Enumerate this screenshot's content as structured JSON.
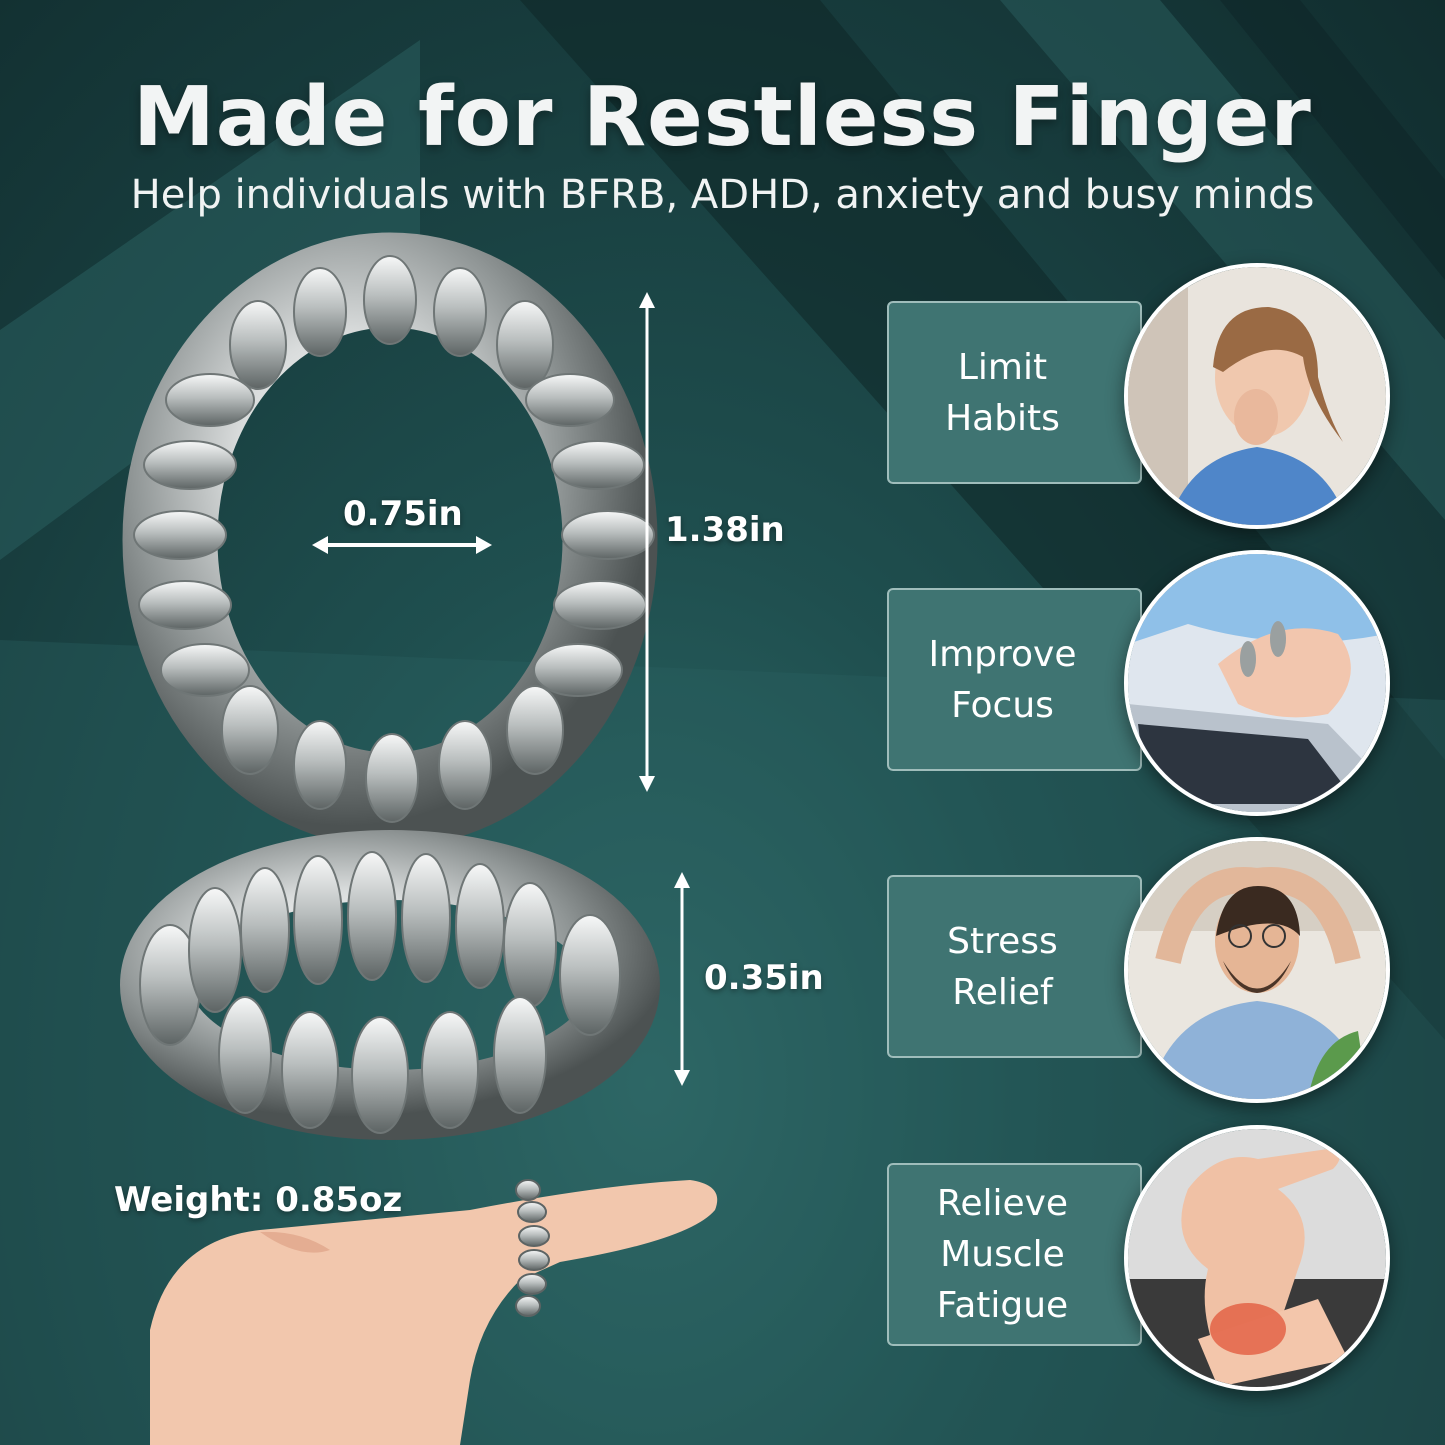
{
  "headline": {
    "title": "Made for Restless Finger",
    "subtitle": "Help individuals with BFRB, ADHD, anxiety and busy minds"
  },
  "dimensions": {
    "inner_diameter": "0.75in",
    "outer_height": "1.38in",
    "thickness": "0.35in",
    "weight": "Weight: 0.85oz"
  },
  "benefits": [
    {
      "label": "Limit\nHabits",
      "icon": "woman-biting-nails-photo"
    },
    {
      "label": "Improve\nFocus",
      "icon": "ring-on-finger-laptop-photo"
    },
    {
      "label": "Stress\nRelief",
      "icon": "relaxed-man-photo"
    },
    {
      "label": "Relieve\nMuscle\nFatigue",
      "icon": "sore-wrist-photo"
    }
  ],
  "colors": {
    "background": "#1f4f4f",
    "card": "#3f7472",
    "card_border": "#9fbdbb",
    "text": "#ffffff",
    "ring_silver": "#c8cccc"
  }
}
